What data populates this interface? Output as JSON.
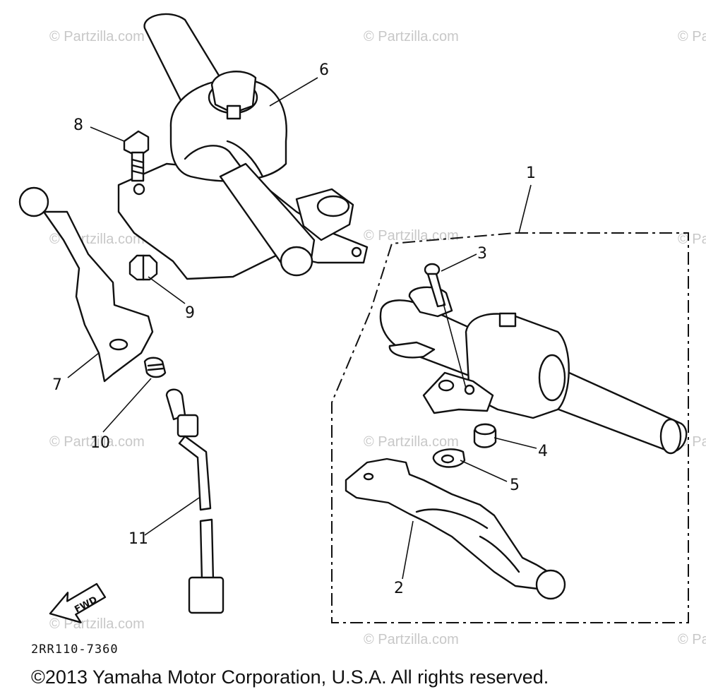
{
  "callouts": {
    "c1": "1",
    "c2": "2",
    "c3": "3",
    "c4": "4",
    "c5": "5",
    "c6": "6",
    "c7": "7",
    "c8": "8",
    "c9": "9",
    "c10": "10",
    "c11": "11"
  },
  "watermark": "© Partzilla.com",
  "fwd_label": "FWD",
  "diagram_code": "2RR110-7360",
  "copyright": "©2013 Yamaha Motor Corporation, U.S.A. All rights reserved."
}
